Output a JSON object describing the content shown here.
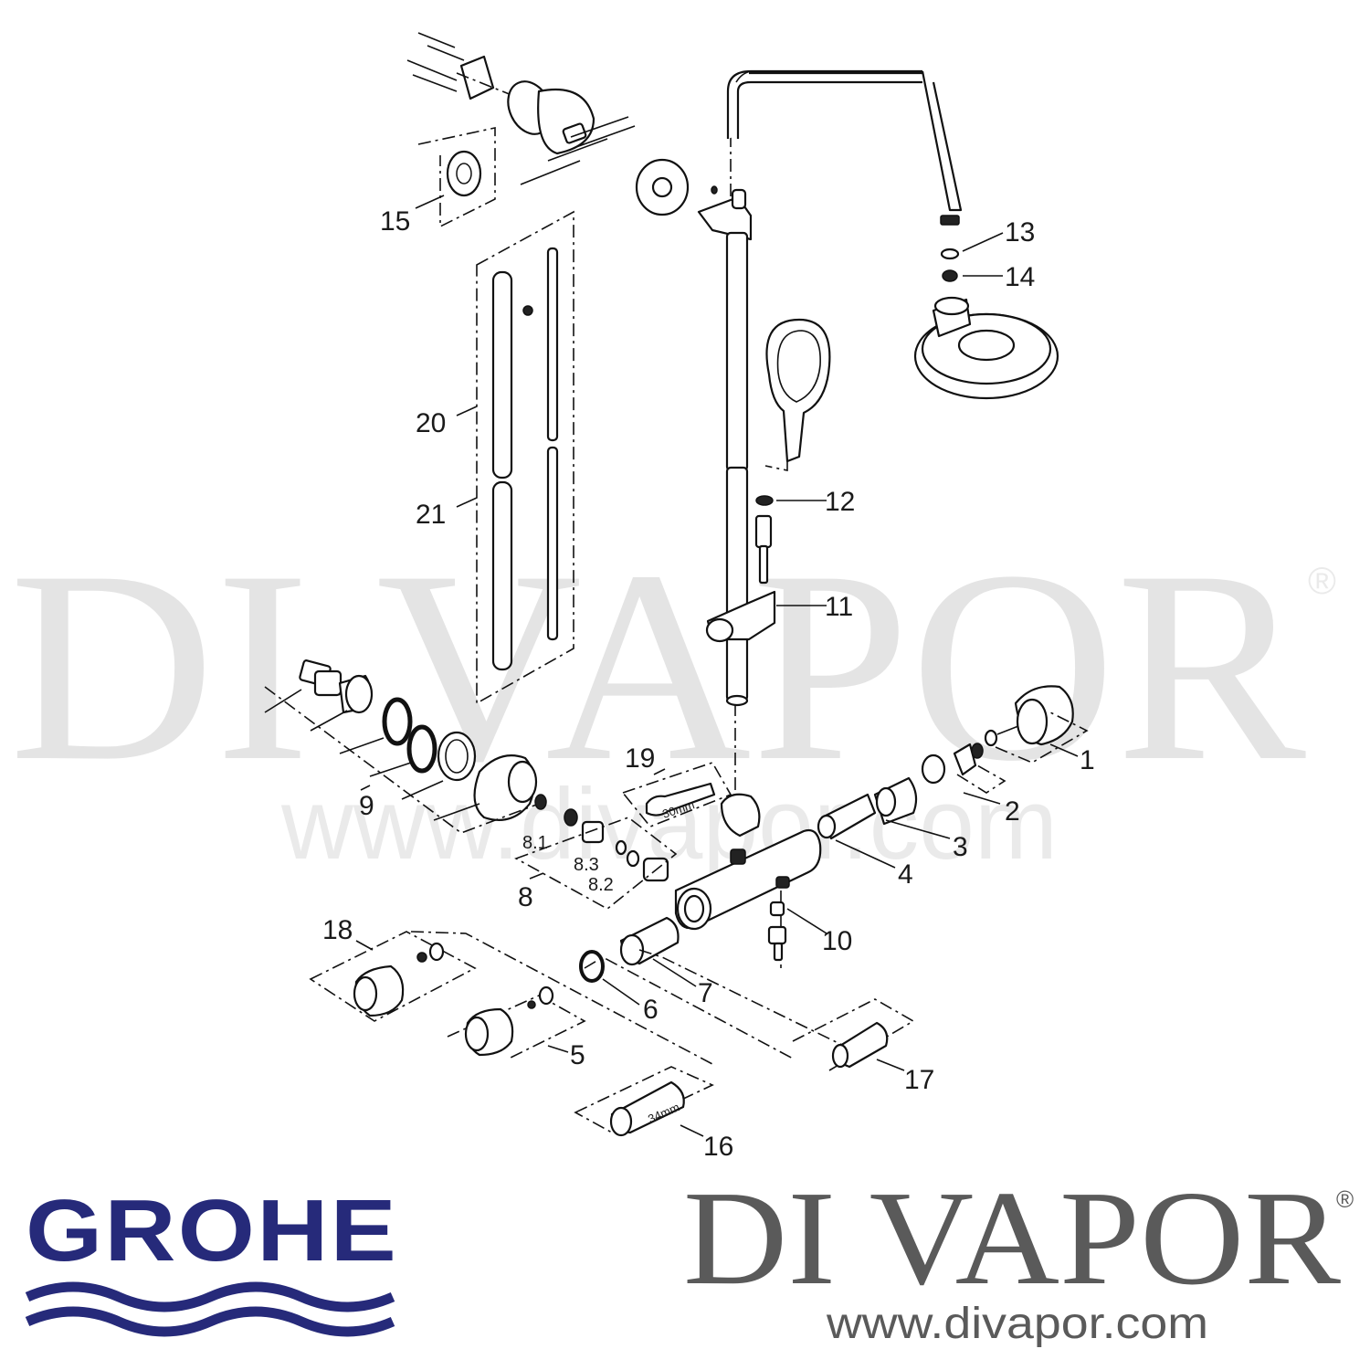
{
  "watermark": {
    "brand": "DI VAPOR",
    "reg": "®",
    "url": "www.divapor.com"
  },
  "diagram": {
    "part_labels": {
      "p1": "1",
      "p2": "2",
      "p3": "3",
      "p4": "4",
      "p5": "5",
      "p6": "6",
      "p7": "7",
      "p8": "8",
      "p8_1": "8.1",
      "p8_2": "8.2",
      "p8_3": "8.3",
      "p9": "9",
      "p10": "10",
      "p11": "11",
      "p12": "12",
      "p13": "13",
      "p14": "14",
      "p15": "15",
      "p16": "16",
      "p17": "17",
      "p18": "18",
      "p19": "19",
      "p20": "20",
      "p21": "21"
    },
    "tool_sizes": {
      "wrench": "30mm",
      "socket": "34mm"
    }
  },
  "footer": {
    "left_logo": "GROHE",
    "right_logo": "DI VAPOR",
    "right_reg": "®",
    "right_url": "www.divapor.com"
  },
  "colors": {
    "grohe_blue": "#262a7a",
    "divapor_grey": "#5a5a5a"
  }
}
